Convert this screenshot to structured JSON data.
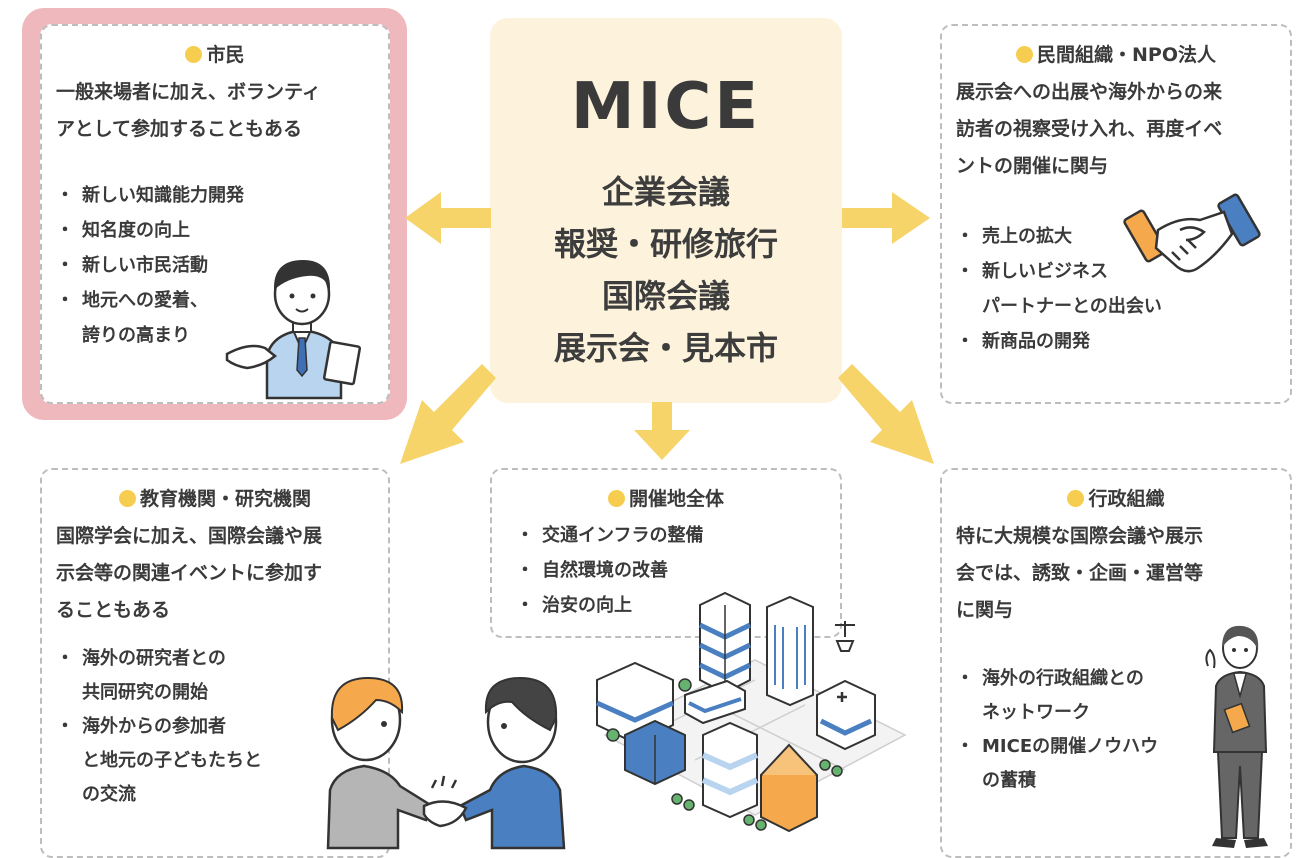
{
  "center": {
    "title": "MICE",
    "items": [
      "企業会議",
      "報奨・研修旅行",
      "国際会議",
      "展示会・見本市"
    ]
  },
  "boxes": {
    "citizens": {
      "title": "市民",
      "desc": [
        "一般来場者に加え、ボランティ",
        "アとして参加することもある"
      ],
      "bullets": [
        "新しい知識能力開発",
        "知名度の向上",
        "新しい市民活動",
        "地元への愛着、\n誇りの高まり"
      ]
    },
    "private": {
      "title": "民間組織・NPO法人",
      "desc": [
        "展示会への出展や海外からの来",
        "訪者の視察受け入れ、再度イベ",
        "ントの開催に関与"
      ],
      "bullets": [
        "売上の拡大",
        "新しいビジネス\nパートナーとの出会い",
        "新商品の開発"
      ]
    },
    "education": {
      "title": "教育機関・研究機関",
      "desc": [
        "国際学会に加え、国際会議や展",
        "示会等の関連イベントに参加す",
        "ることもある"
      ],
      "bullets": [
        "海外の研究者との\n共同研究の開始",
        "海外からの参加者\nと地元の子どもたちと\nの交流"
      ]
    },
    "venue": {
      "title": "開催地全体",
      "bullets": [
        "交通インフラの整備",
        "自然環境の改善",
        "治安の向上"
      ]
    },
    "government": {
      "title": "行政組織",
      "desc": [
        "特に大規模な国際会議や展示",
        "会では、誘致・企画・運営等",
        "に関与"
      ],
      "bullets": [
        "海外の行政組織との\nネットワーク",
        "MICEの開催ノウハウ\nの蓄積"
      ]
    }
  },
  "colors": {
    "arrow": "#f6d469",
    "dot": "#f7cd4f",
    "center_bg": "#fdf3dc",
    "highlight": "#efb8bc",
    "dashed_border": "#bdbdbd",
    "accent_blue": "#4a7fc1",
    "accent_orange": "#f5a94c"
  },
  "icons": [
    "arrow-left-icon",
    "arrow-right-icon",
    "arrow-down-left-icon",
    "arrow-down-icon",
    "arrow-down-right-icon",
    "handshake-icon",
    "city-icon"
  ]
}
